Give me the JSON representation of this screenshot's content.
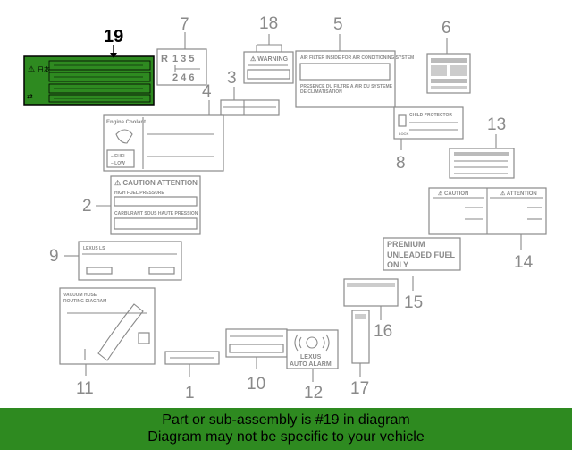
{
  "diagram": {
    "callouts": {
      "c1": "1",
      "c2": "2",
      "c3": "3",
      "c4": "4",
      "c5": "5",
      "c6": "6",
      "c7": "7",
      "c8": "8",
      "c9": "9",
      "c10": "10",
      "c11": "11",
      "c12": "12",
      "c13": "13",
      "c14": "14",
      "c15": "15",
      "c16": "16",
      "c17": "17",
      "c18": "18",
      "c19": "19"
    },
    "highlight_color": "#2e8a20",
    "label_texts": {
      "gear_r": "R",
      "gear_top": "1   3   5",
      "gear_bot": "2   4   6",
      "warning": "⚠ WARNING",
      "ac_en": "AIR FILTER INSIDE FOR AIR CONDITIONING SYSTEM",
      "ac_fr1": "PRESENCE DU FILTRE A AIR DU SYSTEME",
      "ac_fr2": "DE CLIMATISATION",
      "coolant": "Engine Coolant",
      "fuel_low1": "– FUEL",
      "fuel_low2": "– LOW",
      "child": "CHILD PROTECTOR",
      "lock": "LOCK",
      "caution": "⚠ CAUTION   ATTENTION",
      "fuel_pressure": "HIGH FUEL PRESSURE",
      "carburant": "CARBURANT SOUS HAUTE PRESSION",
      "lexus_ls": "LEXUS LS",
      "caution2": "⚠ CAUTION",
      "attention2": "⚠ ATTENTION",
      "premium1": "PREMIUM",
      "premium2": "UNLEADED FUEL",
      "premium3": "ONLY",
      "vacuum1": "VACUUM HOSE",
      "vacuum2": "ROUTING DIAGRAM",
      "lexus_brand": "LEXUS",
      "auto_alarm": "AUTO ALARM"
    }
  },
  "banner": {
    "line1": "Part or sub-assembly is #19 in diagram",
    "line2": "Diagram may not be specific to your vehicle"
  }
}
